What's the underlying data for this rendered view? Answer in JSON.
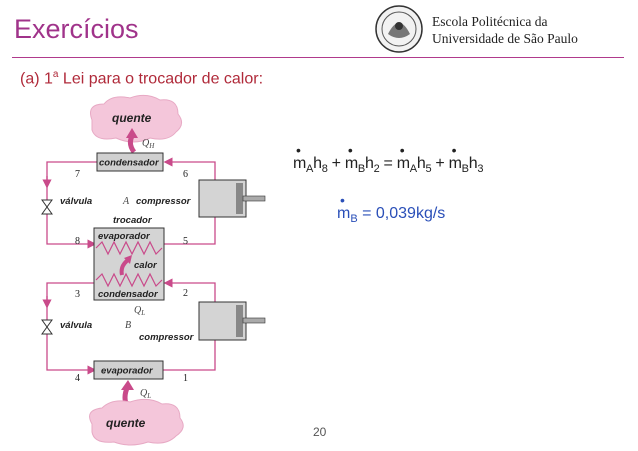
{
  "header": {
    "title": "Exercícios",
    "institution_line1": "Escola Politécnica da",
    "institution_line2": "Universidade de São Paulo"
  },
  "subtitle": {
    "prefix": "(a) 1",
    "superscript": "a",
    "suffix": " Lei para o trocador de calor:"
  },
  "diagram": {
    "cloud_top": "quente",
    "cloud_bottom": "quente",
    "condensador_top": "condensador",
    "evaporador_mid": "evaporador",
    "condensador_mid": "condensador",
    "evaporador_bottom": "evaporador",
    "trocador": "trocador",
    "calor": "calor",
    "valvula_a": "válvula",
    "valvula_b": "válvula",
    "compressor_a": "compressor",
    "compressor_b": "compressor",
    "cycle_a": "A",
    "cycle_b": "B",
    "q_h": "Q",
    "q_h_sub": "H",
    "q_l_mid": "Q",
    "q_l_mid_sub": "L",
    "q_l_bottom": "Q",
    "q_l_bottom_sub": "L",
    "states": {
      "s1": "1",
      "s2": "2",
      "s3": "3",
      "s4": "4",
      "s5": "5",
      "s6": "6",
      "s7": "7",
      "s8": "8"
    }
  },
  "equation1": {
    "m": "m",
    "a": "A",
    "b": "B",
    "h": "h",
    "s8": "8",
    "s2": "2",
    "s5": "5",
    "s3": "3",
    "plus": "+",
    "equals": "="
  },
  "equation2": {
    "m": "m",
    "b": "B",
    "rhs": " = 0,039kg/s"
  },
  "footer": {
    "page_number": "20"
  },
  "colors": {
    "title": "#a0338a",
    "subtitle": "#b02a3a",
    "pipe": "#c94a8a",
    "cloud": "#f4c6da",
    "equation2": "#2a4fb8"
  }
}
